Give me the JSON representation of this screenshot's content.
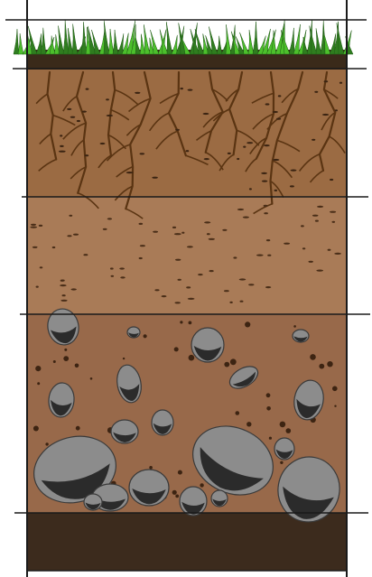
{
  "diagram": {
    "type": "soil-profile",
    "layers": [
      {
        "id": "grass",
        "fill": "#2f7d1f",
        "blade_color": "#4cbf2c"
      },
      {
        "id": "topsoil",
        "fill": "#9b6b43",
        "root_color": "#5a3412",
        "speck_color": "#3b2412"
      },
      {
        "id": "subsoil",
        "fill": "#a97b57",
        "speck_color": "#4a2e18"
      },
      {
        "id": "weathered-rock",
        "fill": "#98694a",
        "stone_fill": "#8c8c8c",
        "stone_dark": "#2b2b2b",
        "stone_outline": "#3a3a3a"
      },
      {
        "id": "bedrock",
        "fill": "#3c2b1d"
      }
    ],
    "line_color": "#1a1a1a"
  }
}
